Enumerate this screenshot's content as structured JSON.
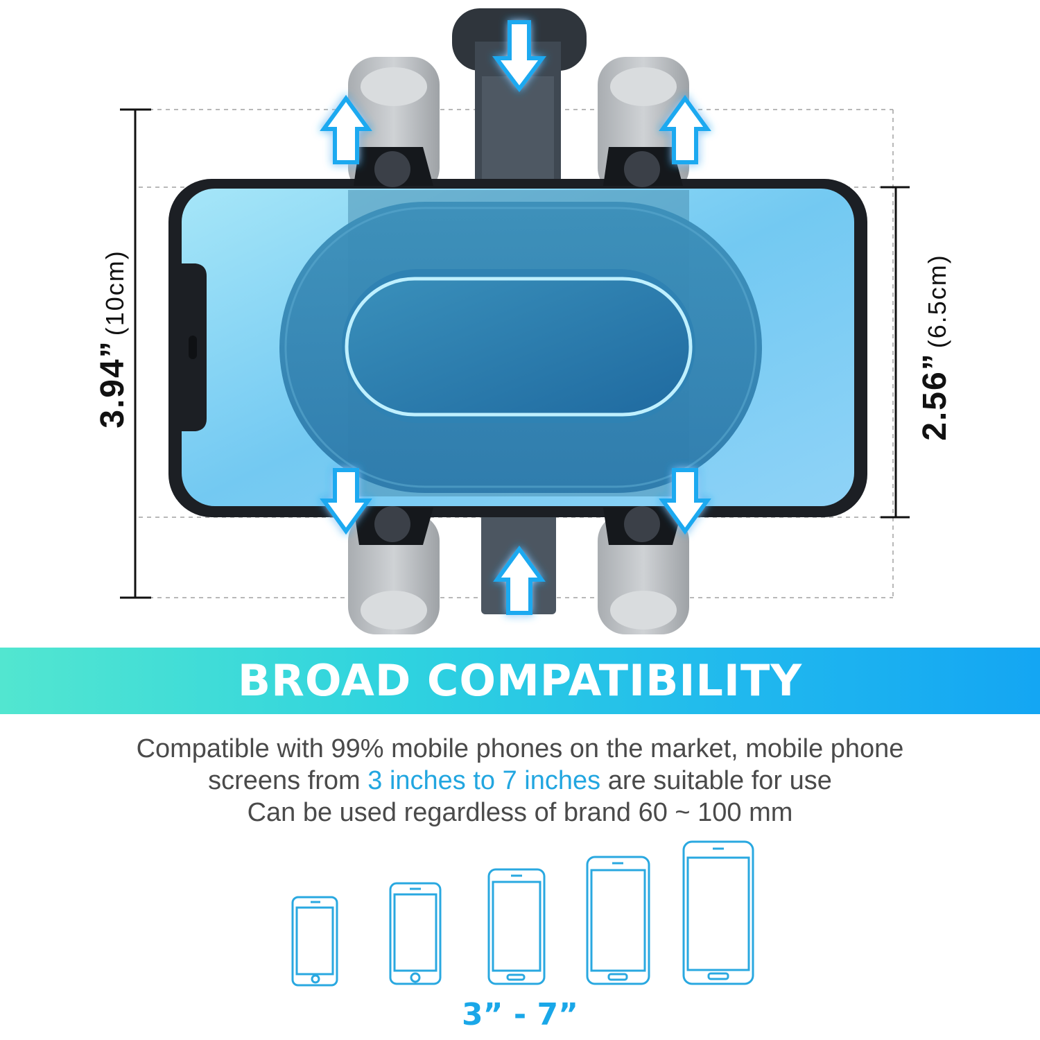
{
  "dimensions": {
    "height_outer": {
      "main": "3.94”",
      "sub": "(10cm)"
    },
    "height_inner": {
      "main": "2.56”",
      "sub": "(6.5cm)"
    }
  },
  "banner": {
    "title": "BROAD COMPATIBILITY",
    "color_start": "#52e6d0",
    "color_end": "#14a6f3"
  },
  "description": {
    "line1": "Compatible with 99% mobile phones on the market, mobile phone",
    "line2_before": "screens from ",
    "line2_highlight": "3 inches to 7 inches",
    "line2_after": " are suitable for use",
    "line3": "Can be used regardless of brand 60 ~ 100 mm",
    "highlight_color": "#22a6e0"
  },
  "phone_sizes": {
    "range_label": "3” - 7”",
    "icon": "phone-outline-icon",
    "count": 5,
    "color": "#29a8e0"
  },
  "icons": {
    "expand_arrow": "up-down-arrow-icon",
    "accent_color": "#1aa9f0"
  }
}
